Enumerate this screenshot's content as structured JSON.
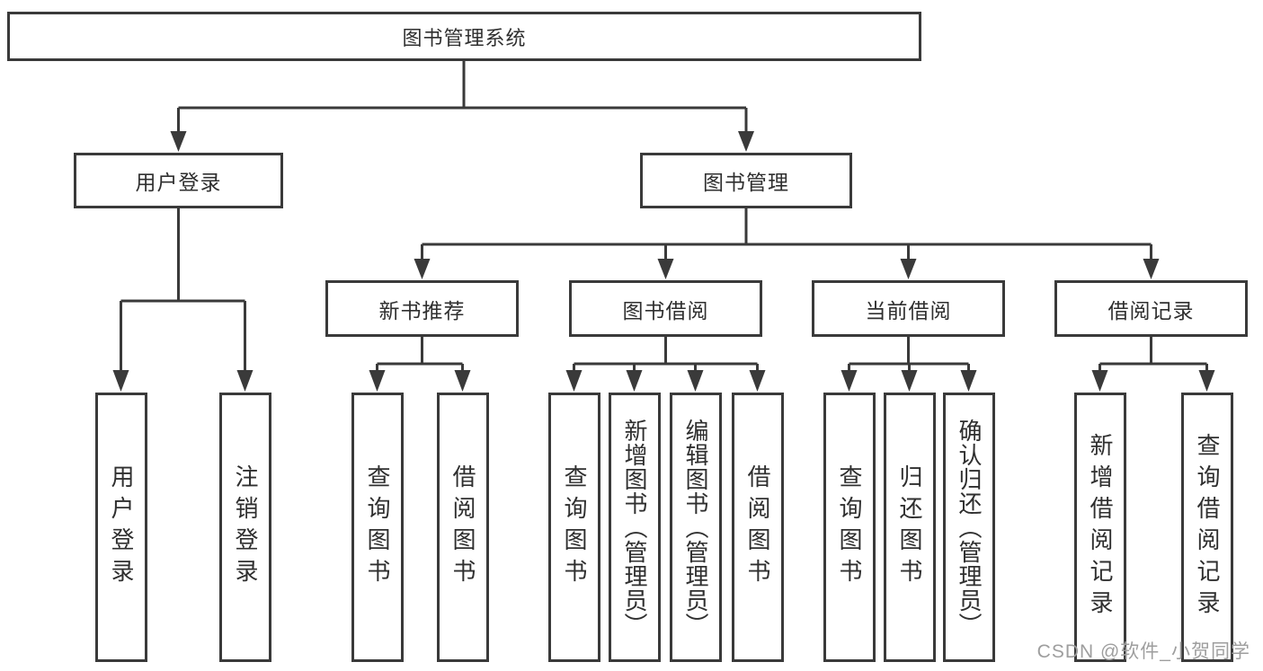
{
  "diagram": {
    "title": "图书管理系统",
    "watermark": "CSDN @软件_小贺同学",
    "colors": {
      "line": "#3a3a3a",
      "text": "#2f2f2f",
      "watermark_text": "#9e9e9e",
      "background": "#ffffff"
    },
    "nodes": {
      "root": {
        "label": "图书管理系统"
      },
      "user_login": {
        "label": "用户登录",
        "children": [
          {
            "label": "用户登录"
          },
          {
            "label": "注销登录"
          }
        ]
      },
      "book_management": {
        "label": "图书管理",
        "sections": [
          {
            "label": "新书推荐",
            "children": [
              {
                "label": "查询图书"
              },
              {
                "label": "借阅图书"
              }
            ]
          },
          {
            "label": "图书借阅",
            "children": [
              {
                "label": "查询图书"
              },
              {
                "label": "新增图书（管理员）"
              },
              {
                "label": "编辑图书（管理员）"
              },
              {
                "label": "借阅图书"
              }
            ]
          },
          {
            "label": "当前借阅",
            "children": [
              {
                "label": "查询图书"
              },
              {
                "label": "归还图书"
              },
              {
                "label": "确认归还（管理员）"
              }
            ]
          },
          {
            "label": "借阅记录",
            "children": [
              {
                "label": "新增借阅记录"
              },
              {
                "label": "查询借阅记录"
              }
            ]
          }
        ]
      }
    }
  }
}
